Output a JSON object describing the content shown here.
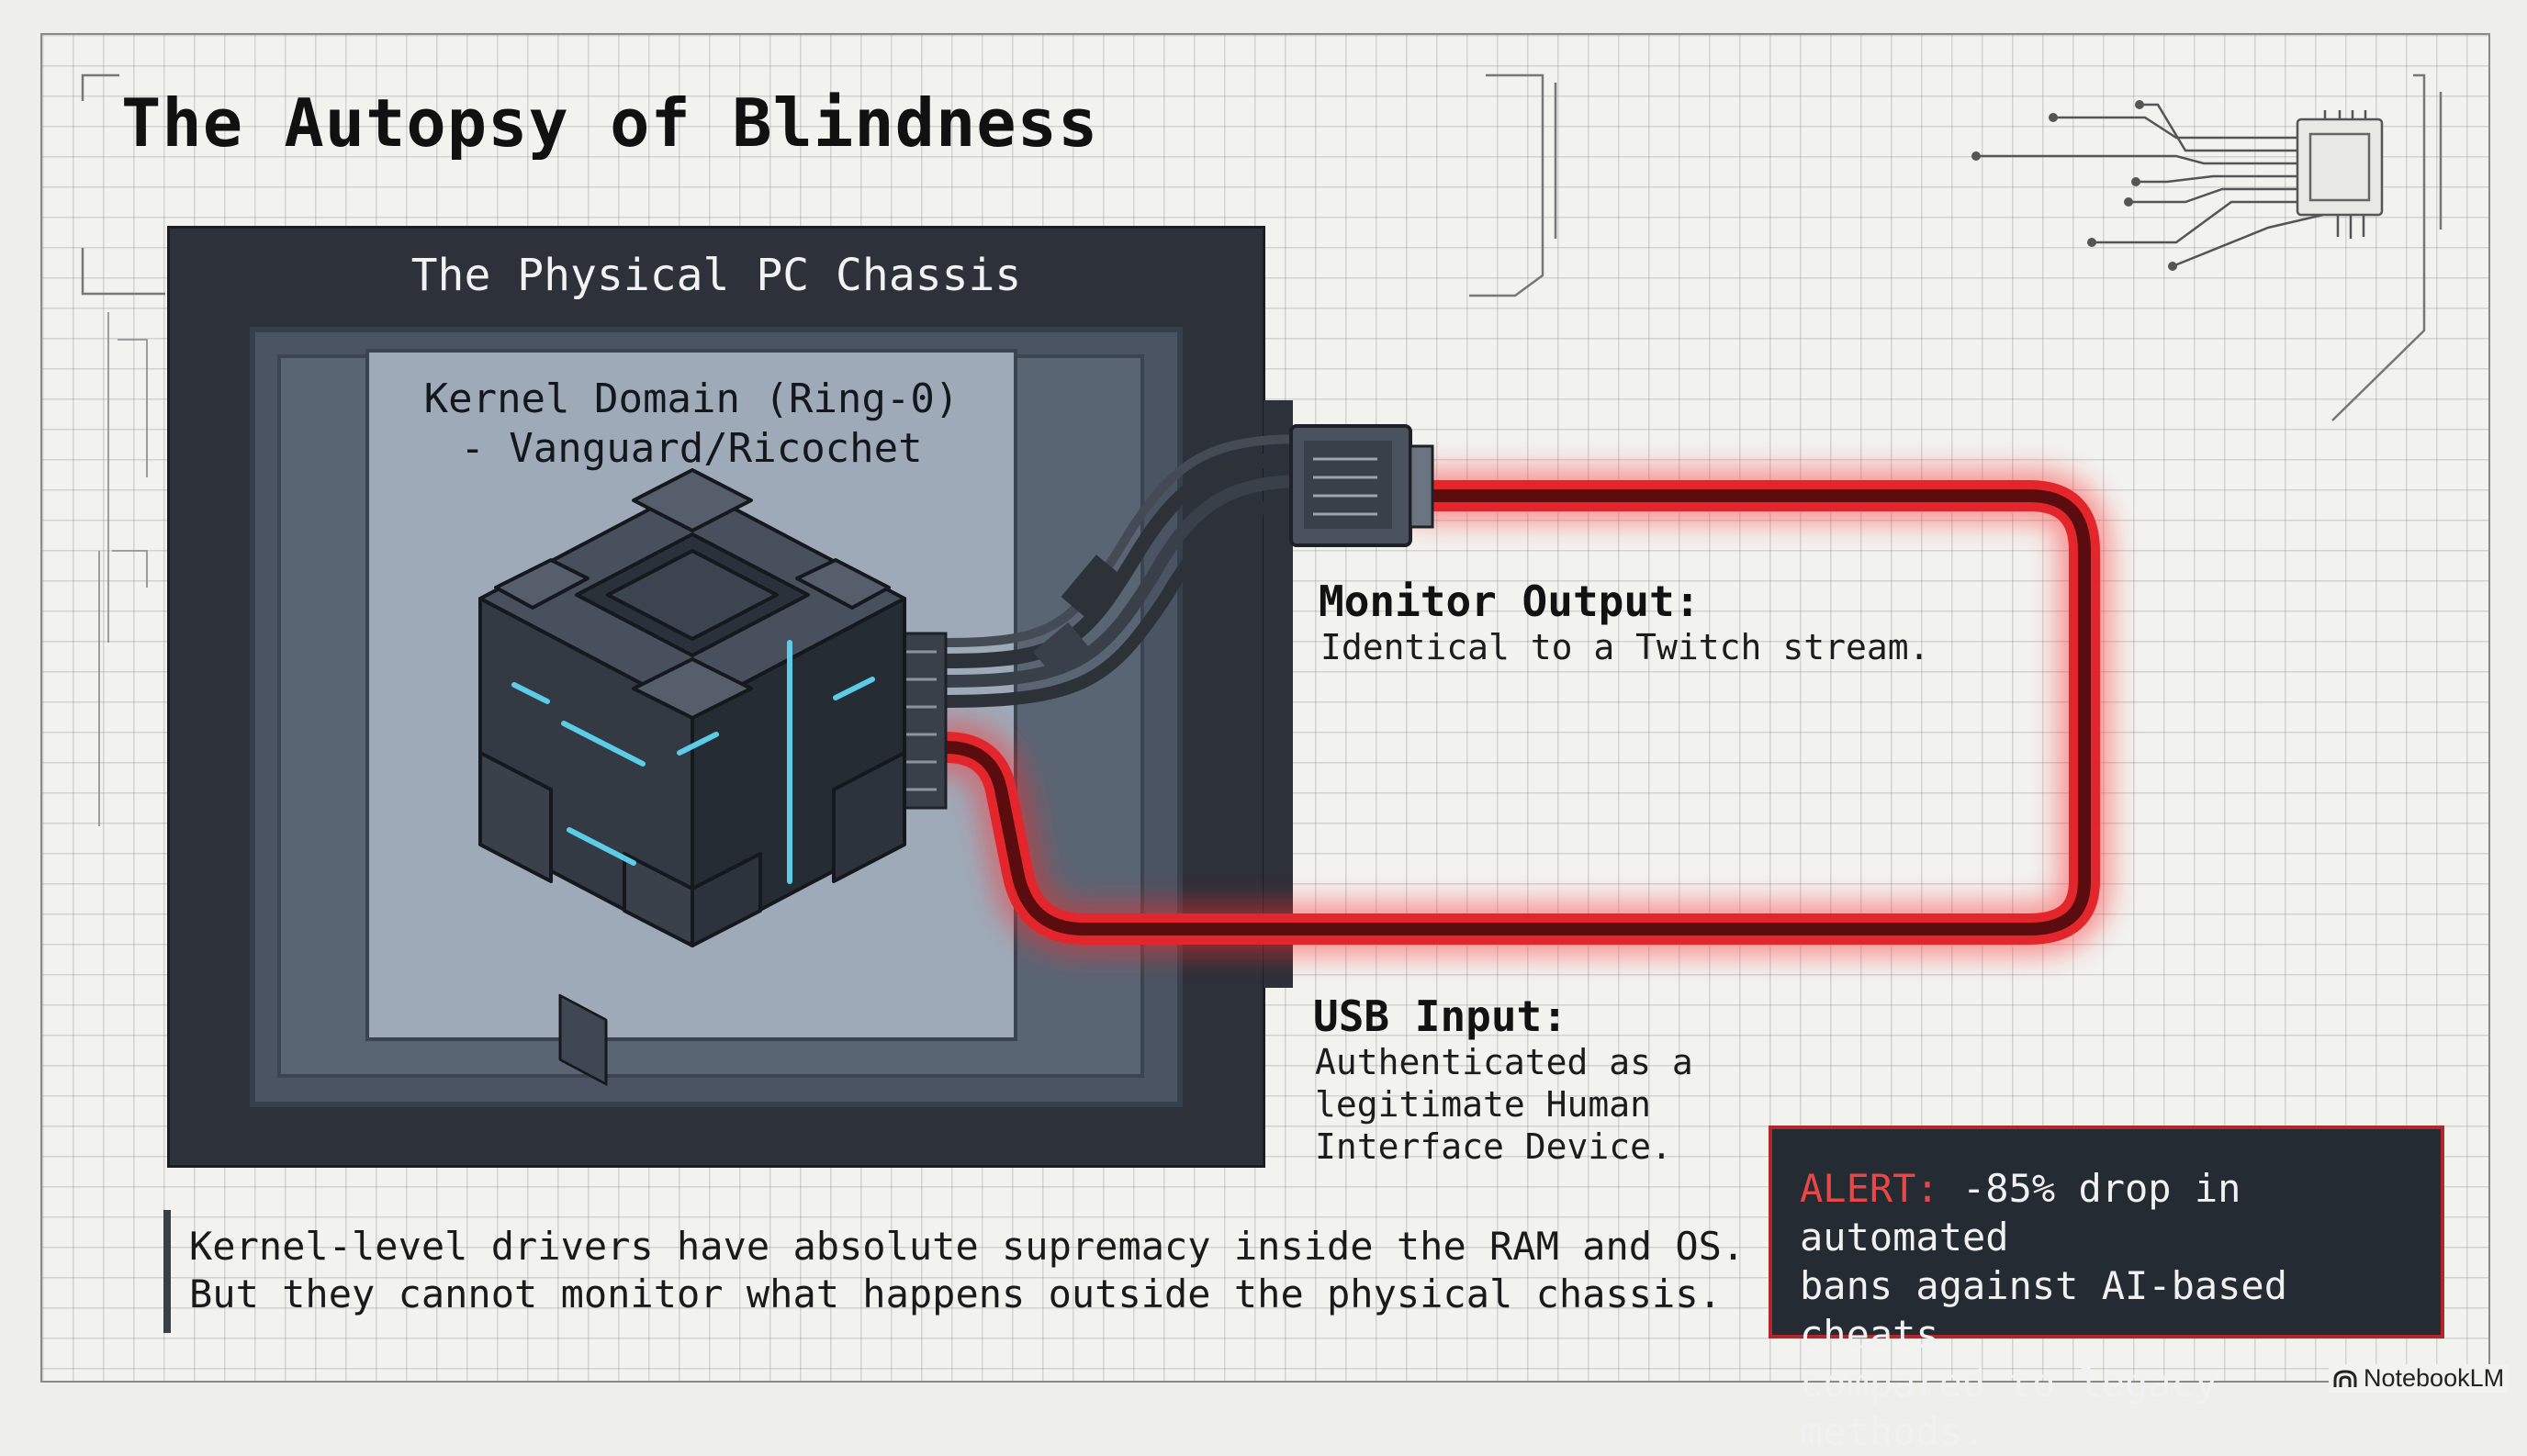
{
  "title": "The Autopsy of Blindness",
  "chassis_label": "The Physical PC Chassis",
  "kernel": {
    "line1": "Kernel Domain (Ring-0)",
    "line2": "- Vanguard/Ricochet"
  },
  "monitor_output": {
    "label": "Monitor Output:",
    "desc": "Identical to a Twitch stream."
  },
  "usb_input": {
    "label": "USB Input:",
    "desc_lines": [
      "Authenticated as a",
      "legitimate Human",
      "Interface Device."
    ]
  },
  "note": {
    "line1": "Kernel-level drivers have absolute supremacy inside the RAM and OS.",
    "line2": "But they cannot monitor what happens outside the physical chassis."
  },
  "alert": {
    "label": "ALERT:",
    "line1": "-85% drop in automated",
    "line2": "bans against AI-based cheats",
    "line3": "compared to legacy methods."
  },
  "brand": "NotebookLM",
  "colors": {
    "chassis": "#2c313a",
    "kernel_panel": "#9eaab8",
    "cable_glow": "#e3262b",
    "cube_glow": "#5fd4f0",
    "alert_accent": "#e94747"
  },
  "icons": [
    "circuit-decoration-icon",
    "kernel-cube-icon",
    "hdmi-connector-icon",
    "notebooklm-logo-icon"
  ]
}
